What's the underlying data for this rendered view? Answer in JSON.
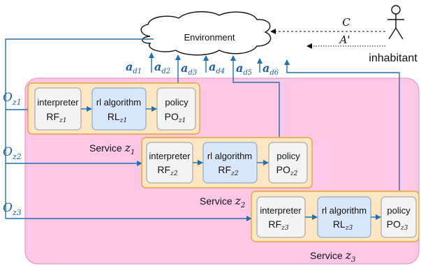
{
  "environment": {
    "label": "Environment"
  },
  "inhabitant": {
    "label": "inhabitant",
    "arrow_top": "C",
    "arrow_bottom": "A'"
  },
  "actions": [
    "a_d1",
    "a_d2",
    "a_d3",
    "a_d4",
    "a_d5",
    "a_d6"
  ],
  "action_labels": [
    {
      "main": "a",
      "sub": "d1"
    },
    {
      "main": "a",
      "sub": "d2"
    },
    {
      "main": "a",
      "sub": "d3"
    },
    {
      "main": "a",
      "sub": "d4"
    },
    {
      "main": "a",
      "sub": "d5"
    },
    {
      "main": "a",
      "sub": "d6"
    }
  ],
  "observations": [
    {
      "main": "O",
      "sub": "z1"
    },
    {
      "main": "O",
      "sub": "z2"
    },
    {
      "main": "O",
      "sub": "z3"
    }
  ],
  "services": [
    {
      "caption_prefix": "Service",
      "caption_var": "z",
      "caption_sub": "1",
      "modules": [
        {
          "title": "interpreter",
          "code": "RF",
          "sub": "z1"
        },
        {
          "title": "rl algorithm",
          "code": "RL",
          "sub": "z1"
        },
        {
          "title": "policy",
          "code": "PO",
          "sub": "z1"
        }
      ]
    },
    {
      "caption_prefix": "Service",
      "caption_var": "z",
      "caption_sub": "2",
      "modules": [
        {
          "title": "interpreter",
          "code": "RF",
          "sub": "z2"
        },
        {
          "title": "rl algorithm",
          "code": "RF",
          "sub": "z2"
        },
        {
          "title": "policy",
          "code": "PO",
          "sub": "z2"
        }
      ]
    },
    {
      "caption_prefix": "Service",
      "caption_var": "z",
      "caption_sub": "3",
      "modules": [
        {
          "title": "interpreter",
          "code": "RF",
          "sub": "z3"
        },
        {
          "title": "rl algorithm",
          "code": "RL",
          "sub": "z3"
        },
        {
          "title": "policy",
          "code": "PO",
          "sub": "z3"
        }
      ]
    }
  ],
  "colors": {
    "region_fill": "#fcc8e6",
    "region_stroke": "#e08bbf",
    "service_fill": "#fde7c3",
    "service_stroke": "#e8a33c",
    "module_fill": "#f4f4f4",
    "rl_fill": "#d9e7fb",
    "arrow": "#1f6fb5"
  }
}
